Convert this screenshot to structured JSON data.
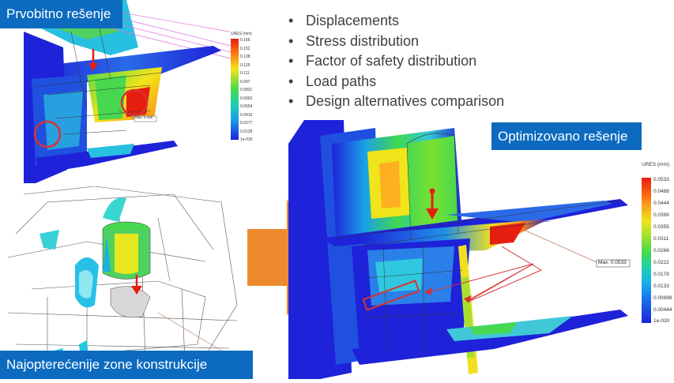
{
  "slide": {
    "left_top_title": "Prvobitno rešenje",
    "left_bottom_title": "Najopterećenije zone konstrukcije",
    "right_title": "Optimizovano rešenje",
    "bullets": [
      "Displacements",
      "Stress distribution",
      "Factor of safety distribution",
      "Load paths",
      "Design alternatives comparison"
    ]
  },
  "legend_small": {
    "title": "URES (mm)",
    "ticks": [
      "0.166",
      "0.152",
      "0.138",
      "0.125",
      "0.111",
      "0.097",
      "0.0831",
      "0.0692",
      "0.0554",
      "0.0416",
      "0.0277",
      "0.0139",
      "1e-030"
    ],
    "max_label": "Max: 0.166"
  },
  "legend_large": {
    "title": "URES (mm)",
    "ticks": [
      "0.0533",
      "0.0488",
      "0.0444",
      "0.0399",
      "0.0355",
      "0.0311",
      "0.0266",
      "0.0222",
      "0.0178",
      "0.0133",
      "0.00888",
      "0.00444",
      "1e-030"
    ],
    "max_label": "Max: 0.0533"
  },
  "colors": {
    "title_blue": "#0c6bbf",
    "arrow_orange": "#ee8a2e",
    "fea_blue": "#1e22d8",
    "fea_red": "#e61e10",
    "annotation_red": "#d83232"
  },
  "icons": {
    "bullet": "•"
  }
}
